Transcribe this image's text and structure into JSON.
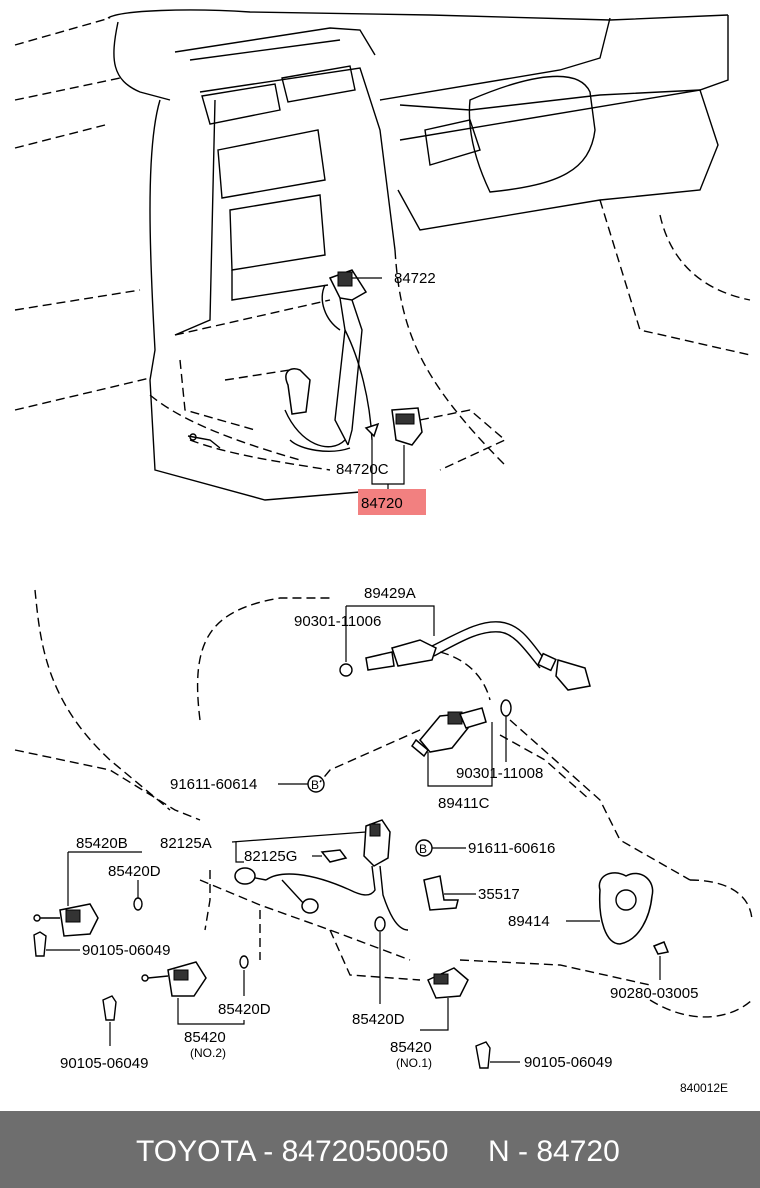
{
  "upper_callouts": {
    "c84722": "84722",
    "c84720C": "84720C",
    "c84720": "84720"
  },
  "lower_callouts": {
    "c89429A": "89429A",
    "c90301_11006": "90301-11006",
    "c91611_60614": "91611-60614",
    "c90301_11008": "90301-11008",
    "c89411C": "89411C",
    "c85420B": "85420B",
    "c85420D_a": "85420D",
    "c82125A": "82125A",
    "c82125G": "82125G",
    "c91611_60616": "91611-60616",
    "c35517": "35517",
    "c89414": "89414",
    "c90105_06049_a": "90105-06049",
    "c85420D_b": "85420D",
    "c85420_no2": "85420",
    "c85420_no2_sub": "(NO.2)",
    "c90280_03005": "90280-03005",
    "c85420D_c": "85420D",
    "c85420_no1": "85420",
    "c85420_no1_sub": "(NO.1)",
    "c90105_06049_b": "90105-06049",
    "c90105_06049_c": "90105-06049",
    "figure_code": "840012E"
  },
  "highlight_color": "#f28080",
  "footer": {
    "brand_part": "TOYOTA - 8472050050",
    "ref": "N - 84720",
    "background": "#6e6e6e"
  }
}
